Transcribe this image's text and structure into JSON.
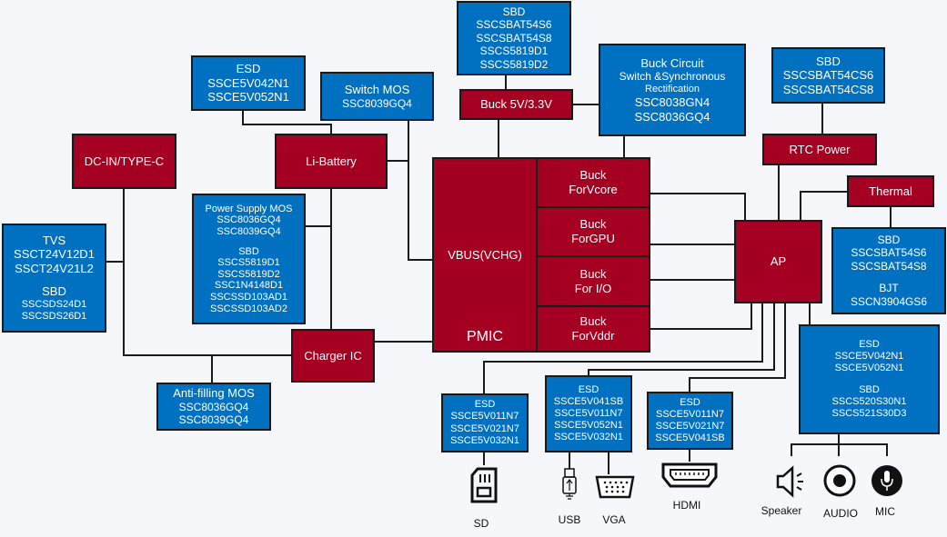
{
  "colors": {
    "power_block": "#a50021",
    "component_block": "#0070c0",
    "background": "#f5f7fb",
    "wire": "#1a1a1a"
  },
  "blocks": {
    "dc_in": "DC-IN/TYPE-C",
    "li_battery": "Li-Battery",
    "charger_ic": "Charger IC",
    "buck_5v": "Buck 5V/3.3V",
    "pmic_vbus": "VBUS(VCHG)",
    "pmic": "PMIC",
    "buck_vcore": [
      "Buck",
      "ForVcore"
    ],
    "buck_gpu": [
      "Buck",
      "ForGPU"
    ],
    "buck_io": [
      "Buck",
      "For I/O"
    ],
    "buck_vddr": [
      "Buck",
      "ForVddr"
    ],
    "rtc_power": "RTC Power",
    "thermal": "Thermal",
    "ap": "AP"
  },
  "components": {
    "esd_battery": {
      "title": "ESD",
      "parts": [
        "SSCE5V042N1",
        "SSCE5V052N1"
      ]
    },
    "switch_mos": {
      "title": "Switch MOS",
      "parts": [
        "SSC8039GQ4"
      ]
    },
    "tvs": {
      "title": "TVS",
      "parts": [
        "SSCT24V12D1",
        "SSCT24V21L2"
      ],
      "title2": "SBD",
      "parts2": [
        "SSCSDS24D1",
        "SSCSDS26D1"
      ]
    },
    "power_supply_mos": {
      "title": "Power Supply MOS",
      "parts": [
        "SSC8036GQ4",
        "SSC8039GQ4"
      ],
      "title2": "SBD",
      "parts2": [
        "SSCS5819D1",
        "SSCS5819D2",
        "SSC1N4148D1",
        "SSCSSD103AD1",
        "SSCSSD103AD2"
      ]
    },
    "anti_filling_mos": {
      "title": "Anti-filling MOS",
      "parts": [
        "SSC8036GQ4",
        "SSC8039GQ4"
      ]
    },
    "sbd_buck5v": {
      "title": "SBD",
      "parts": [
        "SSCSBAT54S6",
        "SSCSBAT54S8",
        "SSCS5819D1",
        "SSCS5819D2"
      ]
    },
    "buck_circuit": {
      "title": "Buck Circuit",
      "line2": "Switch &Synchronous",
      "line3": "Rectification",
      "parts": [
        "SSC8038GN4",
        "SSC8036GQ4"
      ]
    },
    "sbd_rtc": {
      "title": "SBD",
      "parts": [
        "SSCSBAT54CS6",
        "SSCSBAT54CS8"
      ]
    },
    "sbd_thermal": {
      "title": "SBD",
      "parts": [
        "SSCSBAT54S6",
        "SSCSBAT54S8"
      ],
      "title2": "BJT",
      "parts2": [
        "SSCN3904GS6"
      ]
    },
    "esd_audio": {
      "title": "ESD",
      "parts": [
        "SSCE5V042N1",
        "SSCE5V052N1"
      ],
      "title2": "SBD",
      "parts2": [
        "SSCS520S30N1",
        "SSCS521S30D3"
      ]
    },
    "esd_sd": {
      "title": "ESD",
      "parts": [
        "SSCE5V011N7",
        "SSCE5V021N7",
        "SSCE5V032N1"
      ]
    },
    "esd_usb_vga": {
      "title": "ESD",
      "parts": [
        "SSCE5V041SB",
        "SSCE5V011N7",
        "SSCE5V052N1",
        "SSCE5V032N1"
      ]
    },
    "esd_hdmi": {
      "title": "ESD",
      "parts": [
        "SSCE5V011N7",
        "SSCE5V021N7",
        "SSCE5V041SB"
      ]
    }
  },
  "ports": {
    "sd": "SD",
    "usb": "USB",
    "vga": "VGA",
    "hdmi": "HDMI",
    "speaker": "Speaker",
    "audio": "AUDIO",
    "mic": "MIC"
  }
}
